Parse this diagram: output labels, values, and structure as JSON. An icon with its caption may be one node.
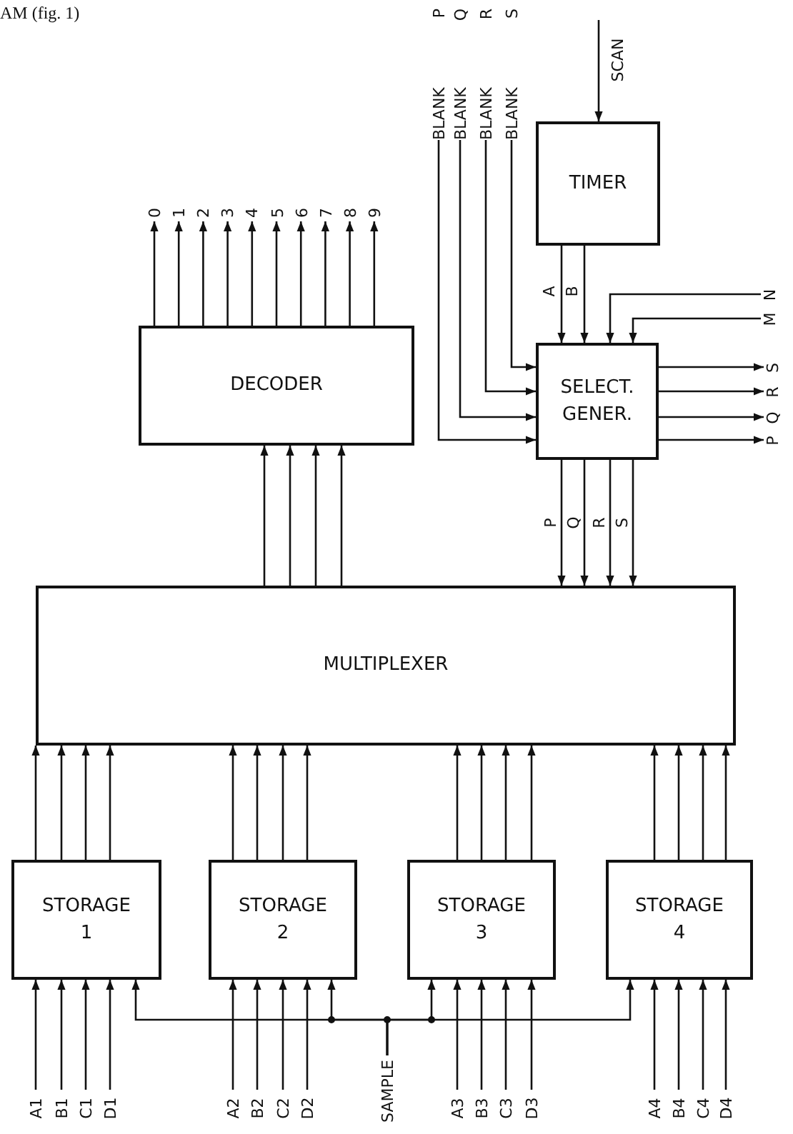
{
  "diagram": {
    "title": "AM (fig. 1)",
    "nodes": [
      {
        "text": [
          "DECODER"
        ]
      },
      {
        "text": [
          "TIMER"
        ]
      },
      {
        "text": [
          "SELECT. GENER."
        ]
      },
      {
        "text": [
          "MULTIPLEXER"
        ]
      },
      {
        "text": [
          "STORAGE",
          "1"
        ]
      },
      {
        "text": [
          "STORAGE",
          "2"
        ]
      },
      {
        "text": [
          "STORAGE",
          "3"
        ]
      },
      {
        "text": [
          "STORAGE",
          "4"
        ]
      },
      {
        "text": [
          "0"
        ]
      },
      {
        "text": [
          "1"
        ]
      },
      {
        "text": [
          "2"
        ]
      },
      {
        "text": [
          "3"
        ]
      },
      {
        "text": [
          "4"
        ]
      },
      {
        "text": [
          "5"
        ]
      },
      {
        "text": [
          "6"
        ]
      },
      {
        "text": [
          "7"
        ]
      },
      {
        "text": [
          "8"
        ]
      },
      {
        "text": [
          "9"
        ]
      },
      {
        "text": [
          "BLANK",
          "P"
        ]
      },
      {
        "text": [
          "BLANK",
          "Q"
        ]
      },
      {
        "text": [
          "BLANK",
          "R"
        ]
      },
      {
        "text": [
          "BLANK",
          "S"
        ]
      },
      {
        "text": [
          "N"
        ]
      },
      {
        "text": [
          "M"
        ]
      },
      {
        "text": [
          "S"
        ]
      },
      {
        "text": [
          "R"
        ]
      },
      {
        "text": [
          "Q"
        ]
      },
      {
        "text": [
          "P"
        ]
      },
      {
        "text": [
          "SAMPLE"
        ]
      },
      {
        "text": [
          "A1"
        ]
      },
      {
        "text": [
          "B1"
        ]
      },
      {
        "text": [
          "C1"
        ]
      },
      {
        "text": [
          "D1"
        ]
      },
      {
        "text": [
          "A2"
        ]
      },
      {
        "text": [
          "B2"
        ]
      },
      {
        "text": [
          "C2"
        ]
      },
      {
        "text": [
          "D2"
        ]
      },
      {
        "text": [
          "A3"
        ]
      },
      {
        "text": [
          "B3"
        ]
      },
      {
        "text": [
          "C3"
        ]
      },
      {
        "text": [
          "D3"
        ]
      },
      {
        "text": [
          "A4"
        ]
      },
      {
        "text": [
          "B4"
        ]
      },
      {
        "text": [
          "C4"
        ]
      },
      {
        "text": [
          "D4"
        ]
      }
    ],
    "edges": [
      {
        "from": 0,
        "to": 8,
        "arrow": "to"
      },
      {
        "from": 0,
        "to": 9,
        "arrow": "to"
      },
      {
        "from": 0,
        "to": 10,
        "arrow": "to"
      },
      {
        "from": 0,
        "to": 11,
        "arrow": "to"
      },
      {
        "from": 0,
        "to": 12,
        "arrow": "to"
      },
      {
        "from": 0,
        "to": 13,
        "arrow": "to"
      },
      {
        "from": 0,
        "to": 14,
        "arrow": "to"
      },
      {
        "from": 0,
        "to": 15,
        "arrow": "to"
      },
      {
        "from": 0,
        "to": 16,
        "arrow": "to"
      },
      {
        "from": 0,
        "to": 17,
        "arrow": "to"
      },
      {
        "from": null,
        "to": 1,
        "arrow": "to",
        "label": "SCAN"
      },
      {
        "from": 1,
        "to": 2,
        "arrow": "to",
        "label": "A"
      },
      {
        "from": 1,
        "to": 2,
        "arrow": "to",
        "label": "B"
      },
      {
        "from": 18,
        "to": 2,
        "arrow": "to"
      },
      {
        "from": 19,
        "to": 2,
        "arrow": "to"
      },
      {
        "from": 20,
        "to": 2,
        "arrow": "to"
      },
      {
        "from": 21,
        "to": 2,
        "arrow": "to"
      },
      {
        "from": 22,
        "to": 2,
        "arrow": "to"
      },
      {
        "from": 23,
        "to": 2,
        "arrow": "to"
      },
      {
        "from": 2,
        "to": 24,
        "arrow": "to"
      },
      {
        "from": 2,
        "to": 25,
        "arrow": "to"
      },
      {
        "from": 2,
        "to": 26,
        "arrow": "to"
      },
      {
        "from": 2,
        "to": 27,
        "arrow": "to"
      },
      {
        "from": 2,
        "to": 3,
        "arrow": "to",
        "label": "P"
      },
      {
        "from": 2,
        "to": 3,
        "arrow": "to",
        "label": "Q"
      },
      {
        "from": 2,
        "to": 3,
        "arrow": "to",
        "label": "R"
      },
      {
        "from": 2,
        "to": 3,
        "arrow": "to",
        "label": "S"
      },
      {
        "from": 3,
        "to": 0,
        "arrow": "to"
      },
      {
        "from": 3,
        "to": 0,
        "arrow": "to"
      },
      {
        "from": 3,
        "to": 0,
        "arrow": "to"
      },
      {
        "from": 3,
        "to": 0,
        "arrow": "to"
      },
      {
        "from": 4,
        "to": 3,
        "arrow": "to"
      },
      {
        "from": 4,
        "to": 3,
        "arrow": "to"
      },
      {
        "from": 4,
        "to": 3,
        "arrow": "to"
      },
      {
        "from": 4,
        "to": 3,
        "arrow": "to"
      },
      {
        "from": 5,
        "to": 3,
        "arrow": "to"
      },
      {
        "from": 5,
        "to": 3,
        "arrow": "to"
      },
      {
        "from": 5,
        "to": 3,
        "arrow": "to"
      },
      {
        "from": 5,
        "to": 3,
        "arrow": "to"
      },
      {
        "from": 6,
        "to": 3,
        "arrow": "to"
      },
      {
        "from": 6,
        "to": 3,
        "arrow": "to"
      },
      {
        "from": 6,
        "to": 3,
        "arrow": "to"
      },
      {
        "from": 6,
        "to": 3,
        "arrow": "to"
      },
      {
        "from": 7,
        "to": 3,
        "arrow": "to"
      },
      {
        "from": 7,
        "to": 3,
        "arrow": "to"
      },
      {
        "from": 7,
        "to": 3,
        "arrow": "to"
      },
      {
        "from": 7,
        "to": 3,
        "arrow": "to"
      },
      {
        "from": 29,
        "to": 4,
        "arrow": "to"
      },
      {
        "from": 30,
        "to": 4,
        "arrow": "to"
      },
      {
        "from": 31,
        "to": 4,
        "arrow": "to"
      },
      {
        "from": 32,
        "to": 4,
        "arrow": "to"
      },
      {
        "from": 33,
        "to": 5,
        "arrow": "to"
      },
      {
        "from": 34,
        "to": 5,
        "arrow": "to"
      },
      {
        "from": 35,
        "to": 5,
        "arrow": "to"
      },
      {
        "from": 36,
        "to": 5,
        "arrow": "to"
      },
      {
        "from": 37,
        "to": 6,
        "arrow": "to"
      },
      {
        "from": 38,
        "to": 6,
        "arrow": "to"
      },
      {
        "from": 39,
        "to": 6,
        "arrow": "to"
      },
      {
        "from": 40,
        "to": 6,
        "arrow": "to"
      },
      {
        "from": 41,
        "to": 7,
        "arrow": "to"
      },
      {
        "from": 42,
        "to": 7,
        "arrow": "to"
      },
      {
        "from": 43,
        "to": 7,
        "arrow": "to"
      },
      {
        "from": 44,
        "to": 7,
        "arrow": "to"
      },
      {
        "from": 28,
        "to": 4,
        "arrow": "to"
      },
      {
        "from": 28,
        "to": 5,
        "arrow": "to"
      },
      {
        "from": 28,
        "to": 6,
        "arrow": "to"
      },
      {
        "from": 28,
        "to": 7,
        "arrow": "to"
      }
    ]
  }
}
